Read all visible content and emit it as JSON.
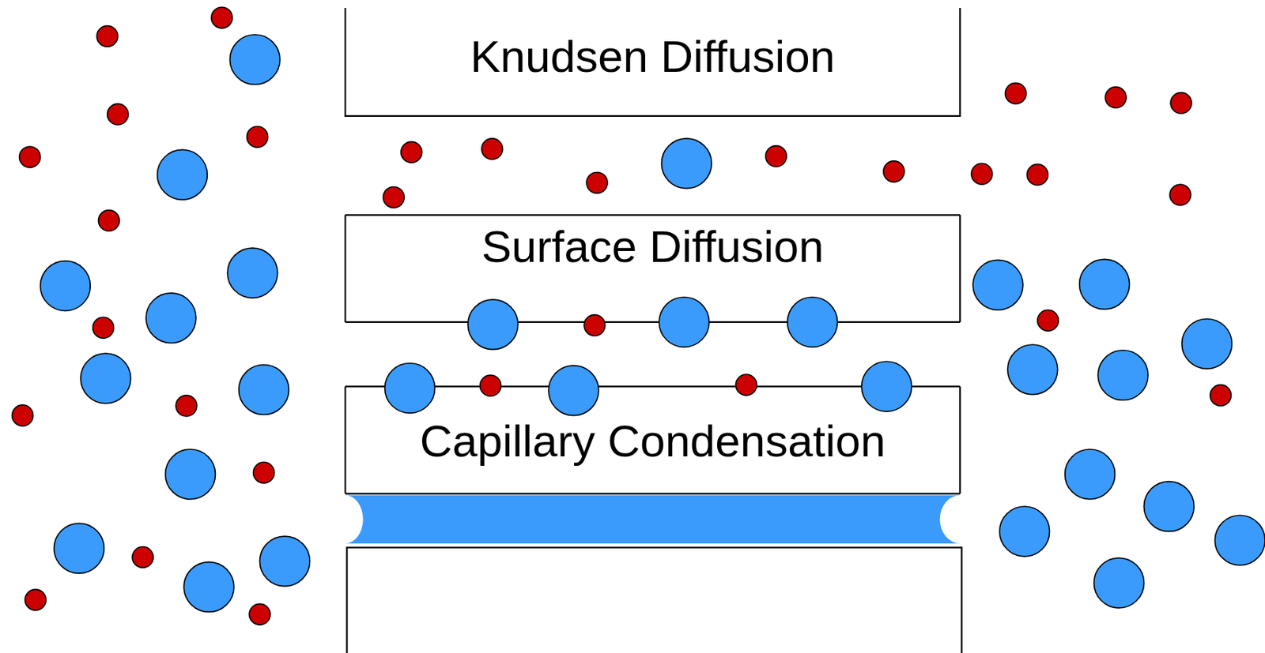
{
  "diagram": {
    "nodes": [
      {
        "text": [
          "Knudsen Diffusion"
        ]
      },
      {
        "text": [
          "Surface Diffusion"
        ]
      },
      {
        "text": [
          "Capillary Condensation"
        ]
      }
    ]
  }
}
